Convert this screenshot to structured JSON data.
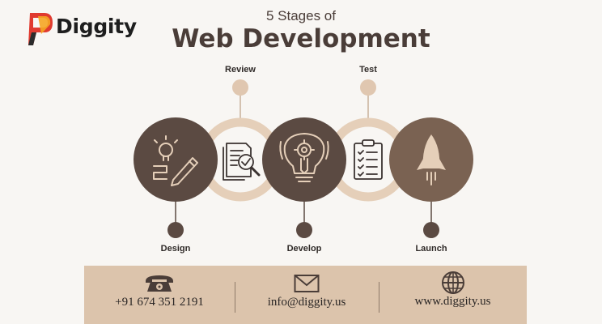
{
  "brand": {
    "name": "Diggity"
  },
  "header": {
    "subtitle": "5 Stages of",
    "title": "Web Development"
  },
  "stages": [
    {
      "label": "Design",
      "icon": "design-pencil-bulb-icon"
    },
    {
      "label": "Review",
      "icon": "review-document-magnifier-icon"
    },
    {
      "label": "Develop",
      "icon": "develop-lightbulb-gear-icon"
    },
    {
      "label": "Test",
      "icon": "test-clipboard-checklist-icon"
    },
    {
      "label": "Launch",
      "icon": "launch-rocket-icon"
    }
  ],
  "contacts": {
    "phone": {
      "text": "+91 674 351 2191",
      "icon": "telephone-icon"
    },
    "email": {
      "text": "info@diggity.us",
      "icon": "envelope-icon"
    },
    "web": {
      "text": "www.diggity.us",
      "icon": "globe-icon"
    }
  },
  "colors": {
    "background": "#f8f6f3",
    "dark_brown": "#5b4a42",
    "light_brown": "#e5cfb9",
    "footer": "#dcc4ac",
    "text_dark": "#4a3d38",
    "logo_red": "#e03a2f",
    "logo_orange": "#f5a623"
  }
}
